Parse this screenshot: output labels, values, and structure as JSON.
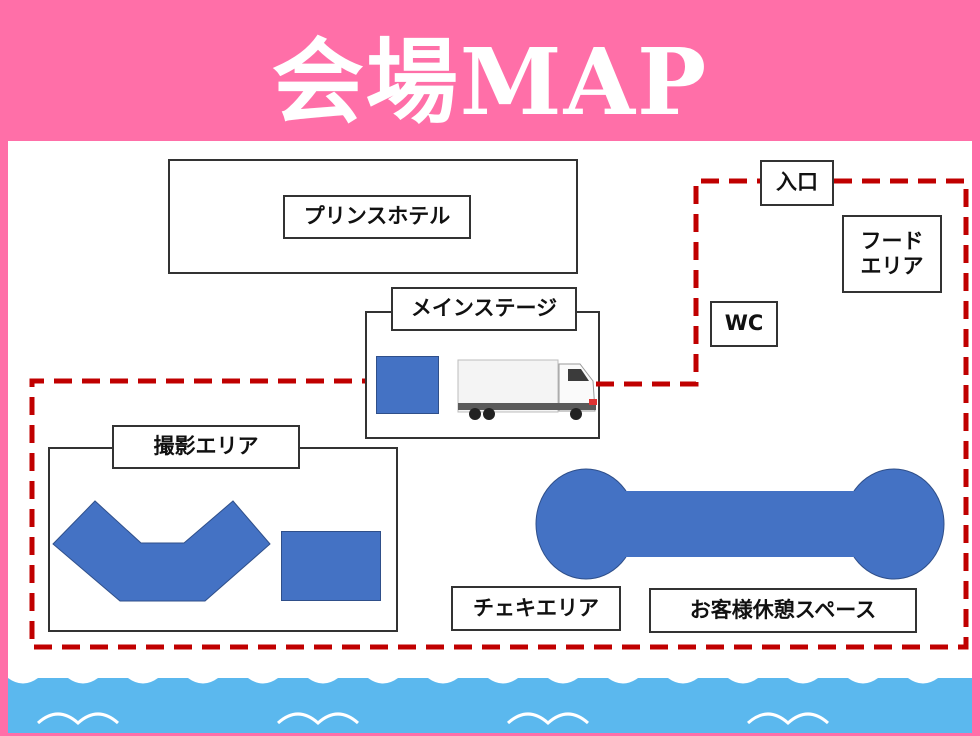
{
  "header": {
    "title": "会場MAP"
  },
  "labels": {
    "prince_hotel": "プリンスホテル",
    "main_stage": "メインステージ",
    "entrance": "入口",
    "food_area": "フード\nエリア",
    "wc": "WC",
    "photo_area": "撮影エリア",
    "cheki_area": "チェキエリア",
    "rest_space": "お客様休憩スペース"
  },
  "colors": {
    "header_bg": "#ff6fa8",
    "area_blue": "#4472c4",
    "boundary_red": "#c00000",
    "sea_blue": "#5bb8ee"
  },
  "icons": [
    "truck-icon",
    "wave-icon"
  ]
}
